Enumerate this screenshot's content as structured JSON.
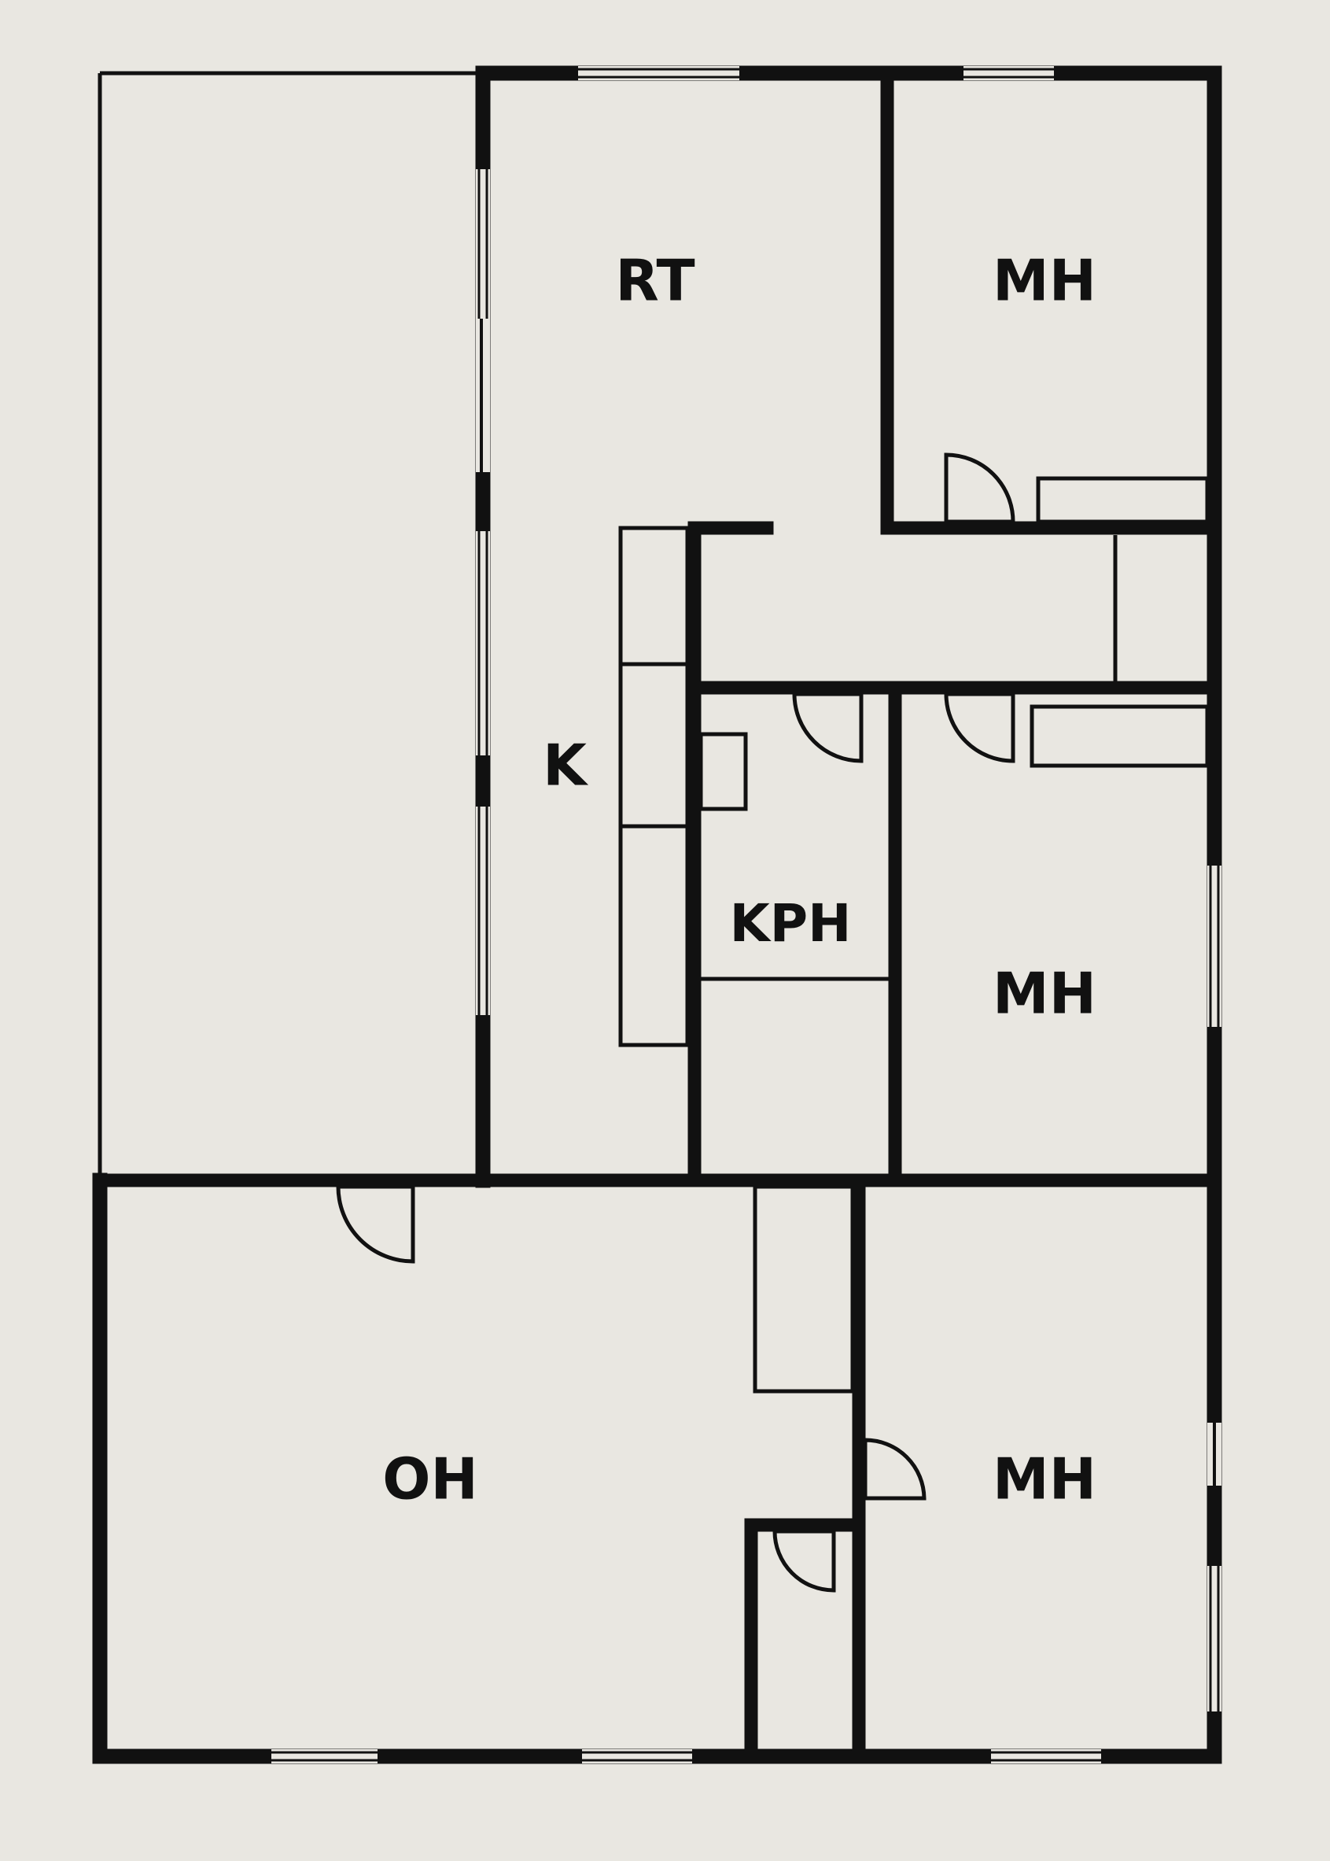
{
  "floorplan": {
    "background": "#e9e7e1",
    "wall_color": "#111111",
    "rooms": {
      "rt": {
        "label": "RT"
      },
      "mh_top": {
        "label": "MH"
      },
      "k": {
        "label": "K"
      },
      "kph": {
        "label": "KPH"
      },
      "mh_middle": {
        "label": "MH"
      },
      "oh": {
        "label": "OH"
      },
      "mh_bottom": {
        "label": "MH"
      }
    }
  }
}
